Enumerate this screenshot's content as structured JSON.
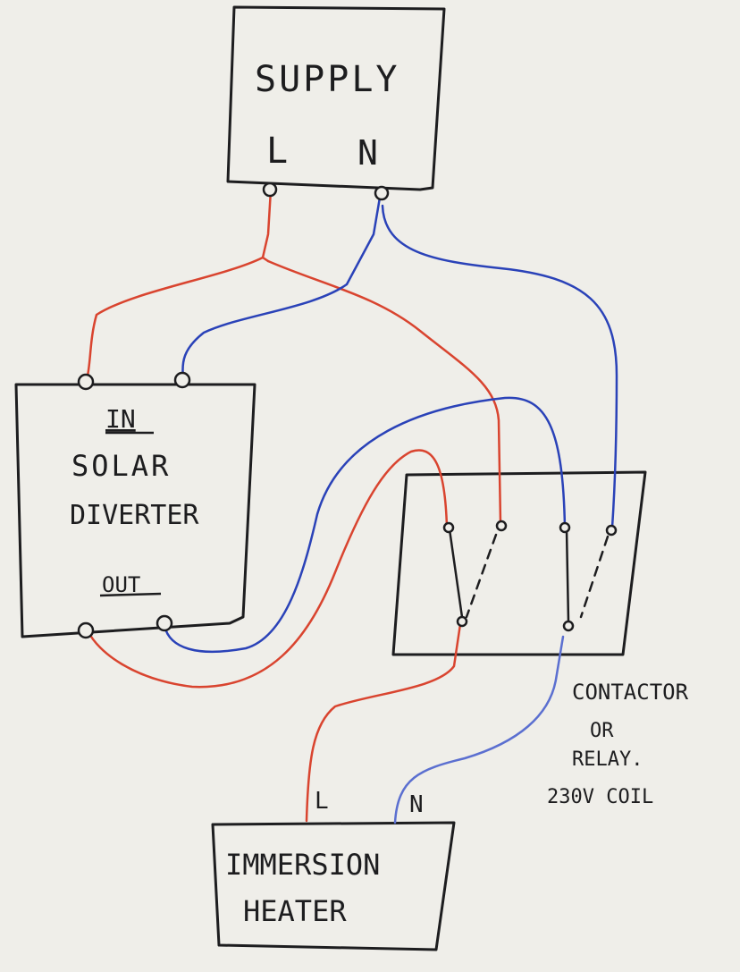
{
  "supply": {
    "title": "SUPPLY",
    "live": "L",
    "neutral": "N"
  },
  "diverter": {
    "in_label": "IN",
    "line1": "SOLAR",
    "line2": "DIVERTER",
    "out_label": "OUT"
  },
  "contactor": {
    "line1": "CONTACTOR",
    "line2": "OR",
    "line3": "RELAY.",
    "line4": "230V COIL"
  },
  "heater": {
    "line1": "IMMERSION",
    "line2": "HEATER",
    "live": "L",
    "neutral": "N"
  },
  "colors": {
    "live_wire": "#d9442f",
    "neutral_wire": "#2a42b8",
    "neutral_wire_light": "#5b6fd0",
    "ink": "#1d1d1f",
    "paper": "#efeee9"
  }
}
